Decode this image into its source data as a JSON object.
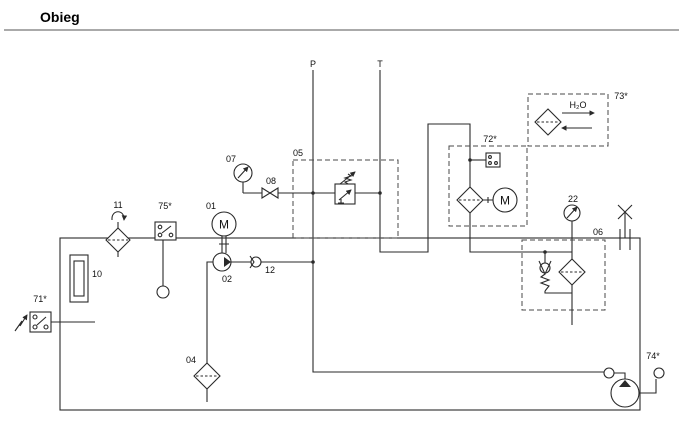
{
  "title": "Obieg",
  "lines": {
    "pressure_label": "P",
    "tank_label": "T"
  },
  "components": {
    "c01": {
      "label": "01",
      "symbol": "M",
      "icon": "electric-motor-icon"
    },
    "c02": {
      "label": "02",
      "icon": "pump-icon"
    },
    "c04": {
      "label": "04",
      "icon": "filter-icon"
    },
    "c05": {
      "label": "05",
      "icon": "relief-valve-icon"
    },
    "c06": {
      "label": "06",
      "icon": "filter-with-bypass-icon"
    },
    "c07": {
      "label": "07",
      "icon": "pressure-gauge-icon"
    },
    "c08": {
      "label": "08",
      "icon": "valve-icon"
    },
    "c10": {
      "label": "10",
      "icon": "level-indicator-icon"
    },
    "c11": {
      "label": "11",
      "icon": "filler-filter-icon"
    },
    "c12": {
      "label": "12",
      "icon": "check-valve-icon"
    },
    "c22": {
      "label": "22",
      "icon": "pressure-gauge-icon"
    },
    "c71": {
      "label": "71*",
      "icon": "switch-icon"
    },
    "c72": {
      "label": "72*",
      "symbol": "M",
      "icon": "motor-filter-unit-icon"
    },
    "c73": {
      "label": "73*",
      "medium": "H₂O",
      "icon": "cooler-icon"
    },
    "c74": {
      "label": "74*",
      "icon": "hand-pump-icon"
    },
    "c75": {
      "label": "75*",
      "icon": "switch-icon"
    }
  },
  "colors": {
    "line": "#2a2a2a",
    "dashed": "#4a4a4a",
    "background": "#ffffff"
  }
}
